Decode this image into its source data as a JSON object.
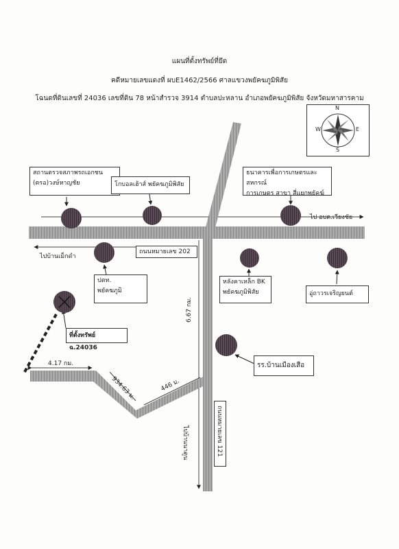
{
  "header": {
    "line1": "แผนที่ตั้งทรัพย์ที่ยึด",
    "line2": "คดีหมายเลขแดงที่ ผบE1462/2566 ศาลแขวงพยัคฆภูมิพิสัย",
    "line3": "โฉนดที่ดินเลขที่ 24036 เลขที่ดิน 78 หน้าสำรวจ 3914  ตำบลปะหลาน อำเภอพยัคฆภูมิพิสัย  จังหวัดมหาสารคาม"
  },
  "compass": {
    "n": "N",
    "s": "S",
    "e": "E",
    "w": "W"
  },
  "labels": {
    "vehicle_inspection_1": "สถานตรวจสภาพรถเอกชน",
    "vehicle_inspection_2": "(ตรอ)วงษ์หาญชัย",
    "lotus": "โกบอลเฮ้าส์ พยัคฆภูมิพิสัย",
    "bank_1": "ธนาคารเพื่อการเกษตรและสหกรณ์",
    "bank_2": "การเกษตร สาขา สี่แยกพยัคฆ์",
    "to_wiangchai": "ไป อบต.เวียงชัย",
    "to_ban_makdam": "ไปบ้านเม็กดำ",
    "road_202": "ถนนหมายเลข 202",
    "ptt_1": "ปตท.",
    "ptt_2": "พยัคฆภูมิ",
    "bk_1": "หลังคาเหล็ก BK",
    "bk_2": "พยัคฆภูมิพิสัย",
    "garage": "อู่ถาวรเจริญยนต์",
    "property": "ที่ตั้งทรัพย์ ฉ.24036",
    "school": "รร.บ้านเมืองเสือ",
    "dist_417": "4.17 กม.",
    "dist_934": "934.63 ม.",
    "dist_446": "446 ม.",
    "dist_667": "6.67 กม.",
    "road_121": "ถนนหมายเลข 121",
    "to_nadun": "ไปบ้านนาดูน"
  }
}
